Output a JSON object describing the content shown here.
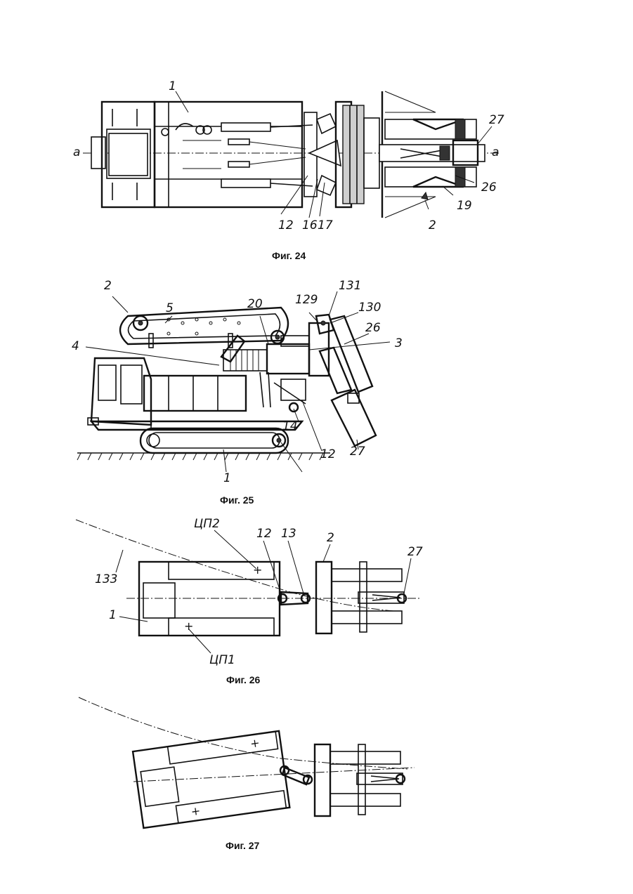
{
  "figures": [
    {
      "caption": "Фиг. 24",
      "callouts": {
        "c1": "1",
        "a_left": "a",
        "a_right": "a",
        "c27": "27",
        "c26": "26",
        "c19": "19",
        "c2": "2",
        "c12": "12",
        "c16": "16",
        "c17": "17"
      }
    },
    {
      "caption": "Фиг. 25",
      "callouts": {
        "c2": "2",
        "c5": "5",
        "c4": "4",
        "c20": "20",
        "c129": "129",
        "c131": "131",
        "c130": "130",
        "c26": "26",
        "c3": "3",
        "c14": "14",
        "c12": "12",
        "c27": "27",
        "c1": "1"
      }
    },
    {
      "caption": "Фиг. 26",
      "callouts": {
        "cp2": "ЦП2",
        "c12": "12",
        "c13": "13",
        "c2": "2",
        "c27": "27",
        "c133": "133",
        "c1": "1",
        "cp1": "ЦП1"
      }
    },
    {
      "caption": "Фиг. 27"
    }
  ]
}
